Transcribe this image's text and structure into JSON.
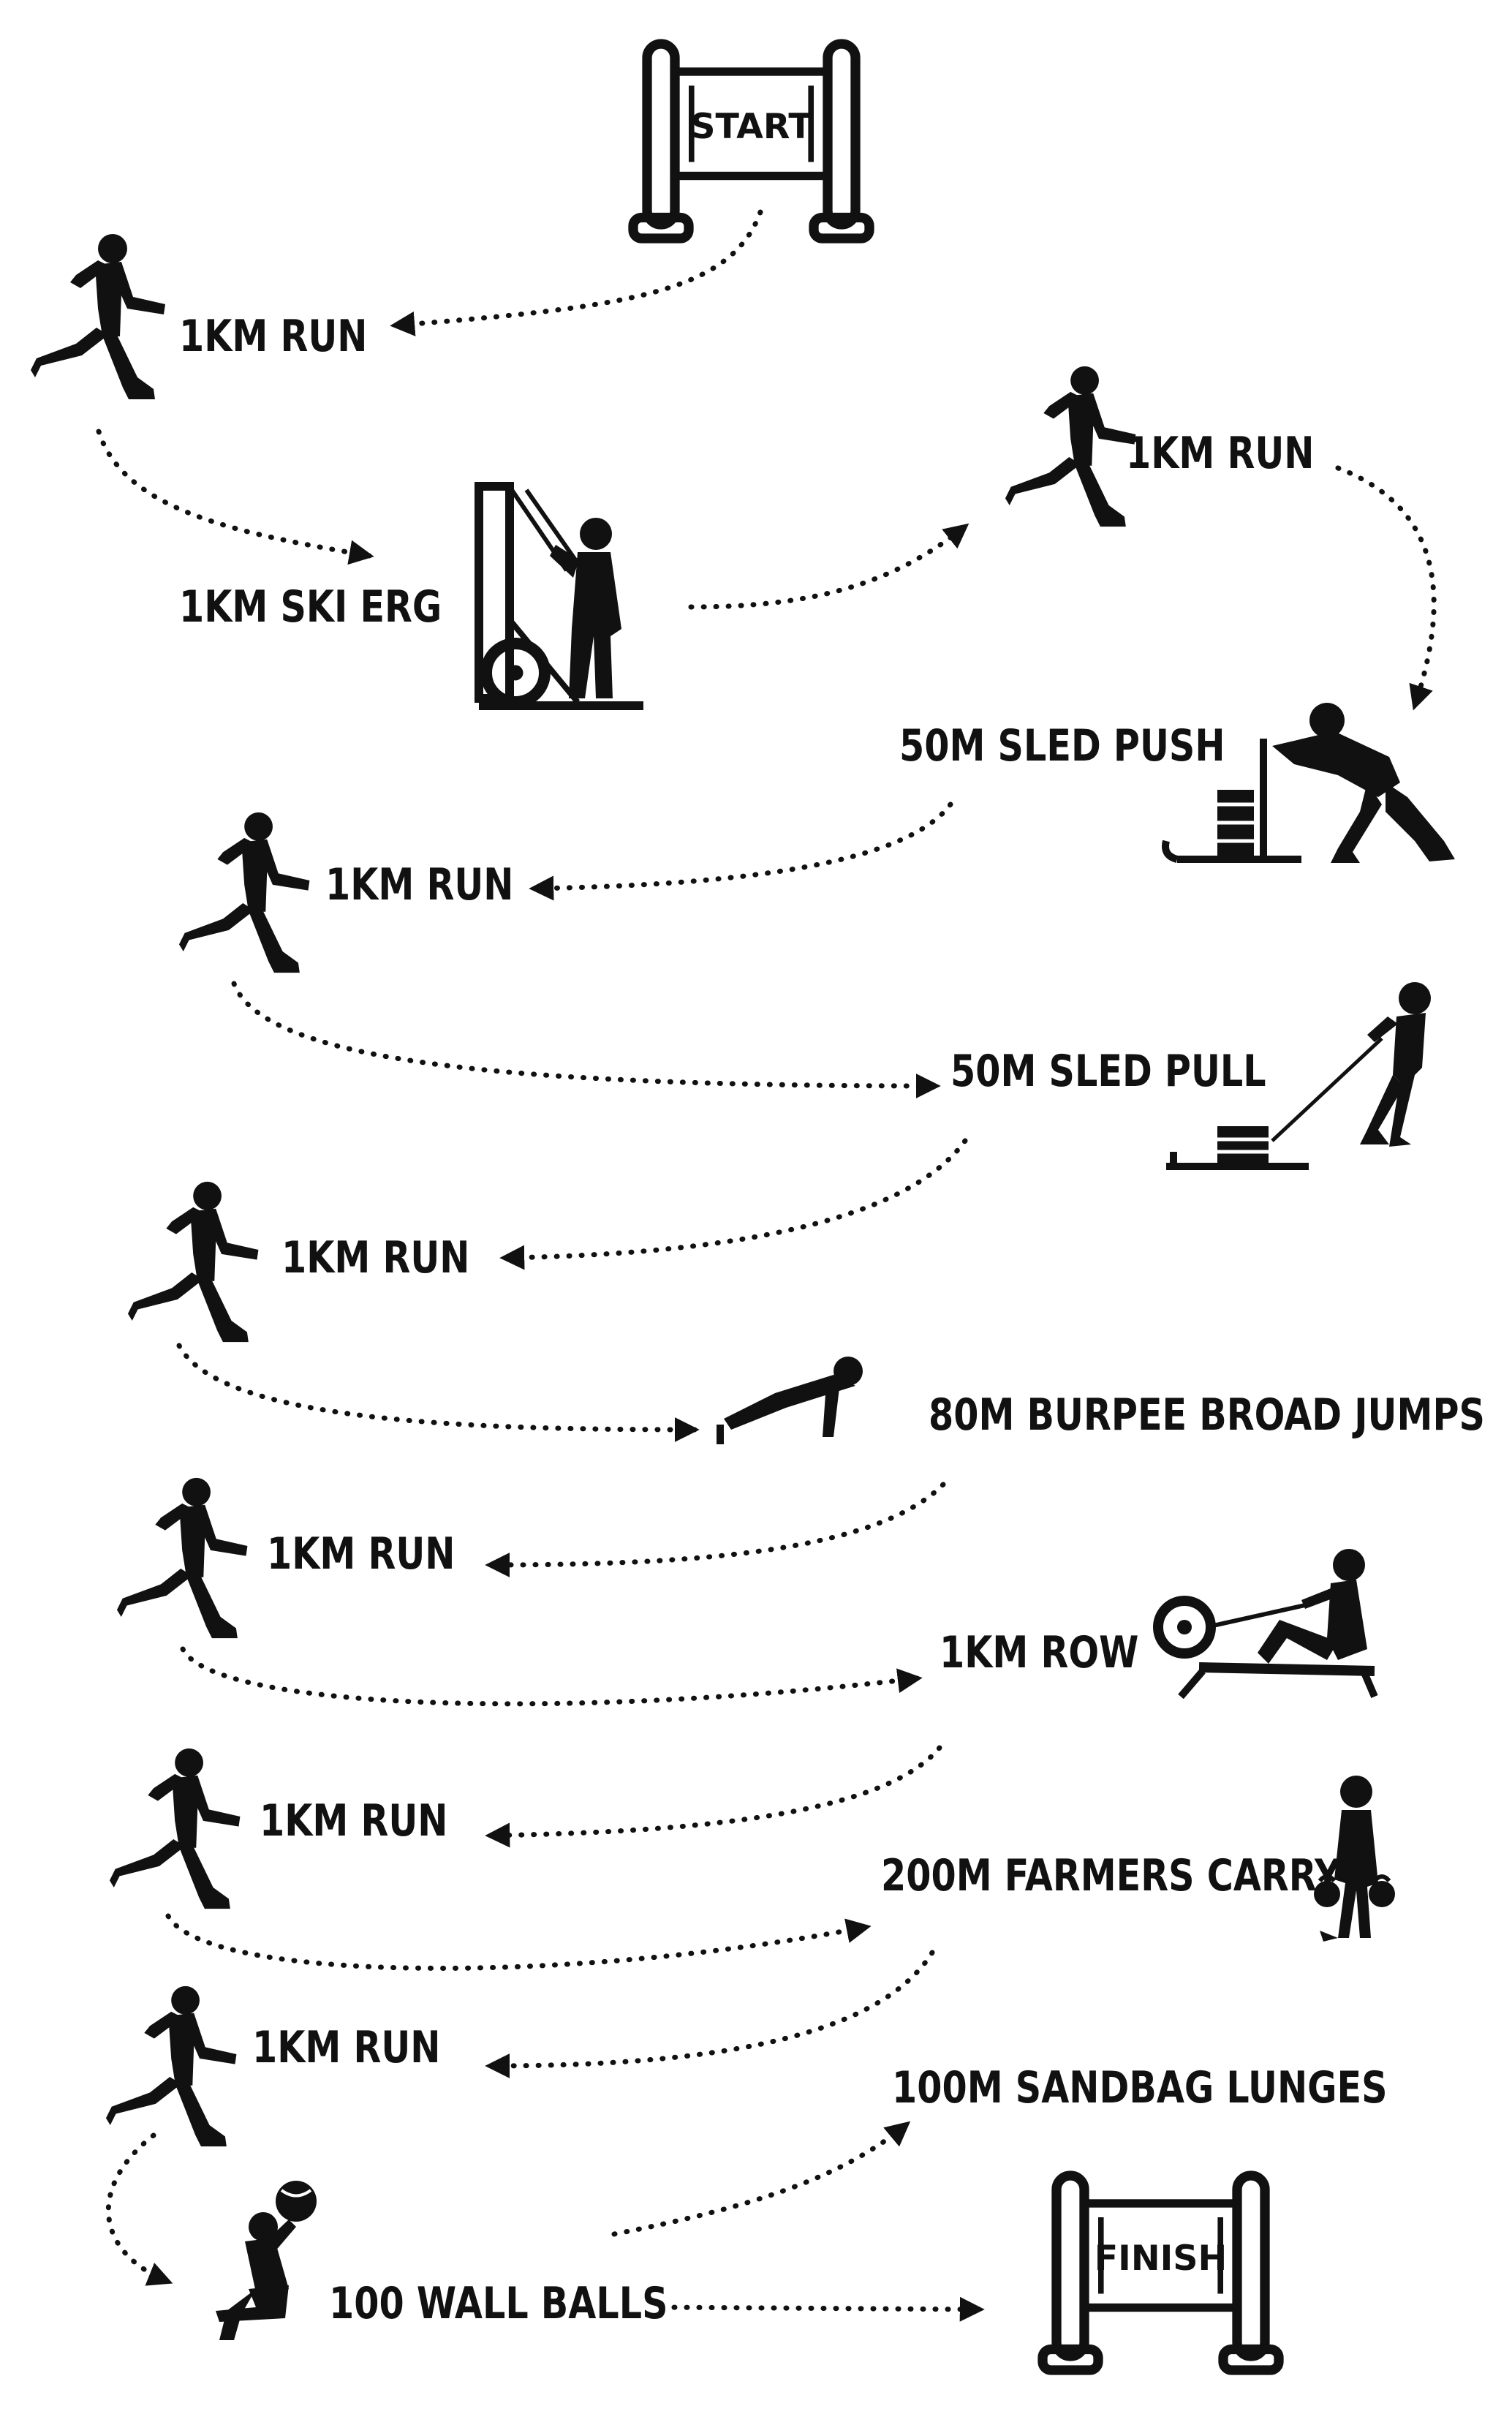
{
  "gates": {
    "start": "START",
    "finish": "FINISH"
  },
  "stations": {
    "run1": "1KM RUN",
    "ski_erg": "1KM SKI ERG",
    "run2": "1KM RUN",
    "sled_push": "50M SLED PUSH",
    "run3": "1KM RUN",
    "sled_pull": "50M SLED PULL",
    "run4": "1KM RUN",
    "burpee": "80M BURPEE BROAD JUMPS",
    "run5": "1KM RUN",
    "row": "1KM ROW",
    "run6": "1KM RUN",
    "farmers": "200M FARMERS CARRY",
    "run7": "1KM RUN",
    "lunges": "100M SANDBAG LUNGES",
    "wall_balls": "100 WALL BALLS"
  },
  "icons": [
    "start-gate-icon",
    "runner-icon",
    "ski-erg-icon",
    "sled-push-icon",
    "sled-pull-icon",
    "burpee-icon",
    "rower-icon",
    "farmers-carry-icon",
    "wall-ball-icon",
    "finish-gate-icon"
  ],
  "colors": {
    "ink": "#111111",
    "background": "#ffffff"
  }
}
